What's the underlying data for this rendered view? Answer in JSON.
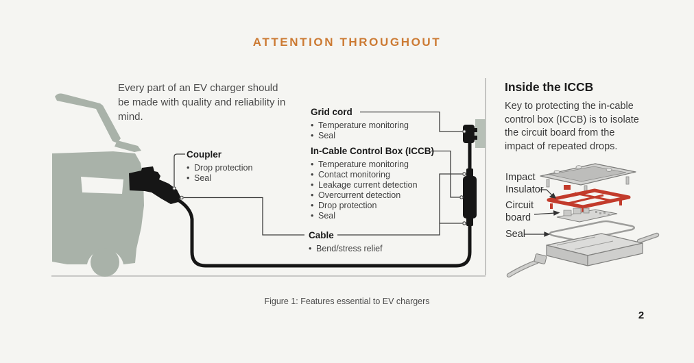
{
  "page": {
    "title": "ATTENTION THROUGHOUT",
    "caption": "Figure 1: Features essential to EV chargers",
    "page_number": "2",
    "accent_color": "#CC7A33"
  },
  "intro": {
    "text": "Every part of an EV charger should be made with quality and reliability in mind."
  },
  "diagram": {
    "labels": [
      {
        "id": "coupler",
        "title": "Coupler",
        "bullets": [
          "Drop protection",
          "Seal"
        ]
      },
      {
        "id": "grid-cord",
        "title": "Grid cord",
        "bullets": [
          "Temperature monitoring",
          "Seal"
        ]
      },
      {
        "id": "iccb",
        "title": "In-Cable Control Box (ICCB)",
        "bullets": [
          "Temperature monitoring",
          "Contact monitoring",
          "Leakage current detection",
          "Overcurrent detection",
          "Drop protection",
          "Seal"
        ]
      },
      {
        "id": "cable",
        "title": "Cable",
        "bullets": [
          "Bend/stress relief"
        ]
      }
    ]
  },
  "sidebar": {
    "heading": "Inside the ICCB",
    "body": "Key to protecting the in-cable control box (ICCB) is to isolate the circuit board from the impact of repeated drops.",
    "labels": {
      "impact_insulator": "Impact Insulator",
      "circuit_board": "Circuit board",
      "seal": "Seal"
    },
    "insulator_color": "#C23B2B"
  }
}
